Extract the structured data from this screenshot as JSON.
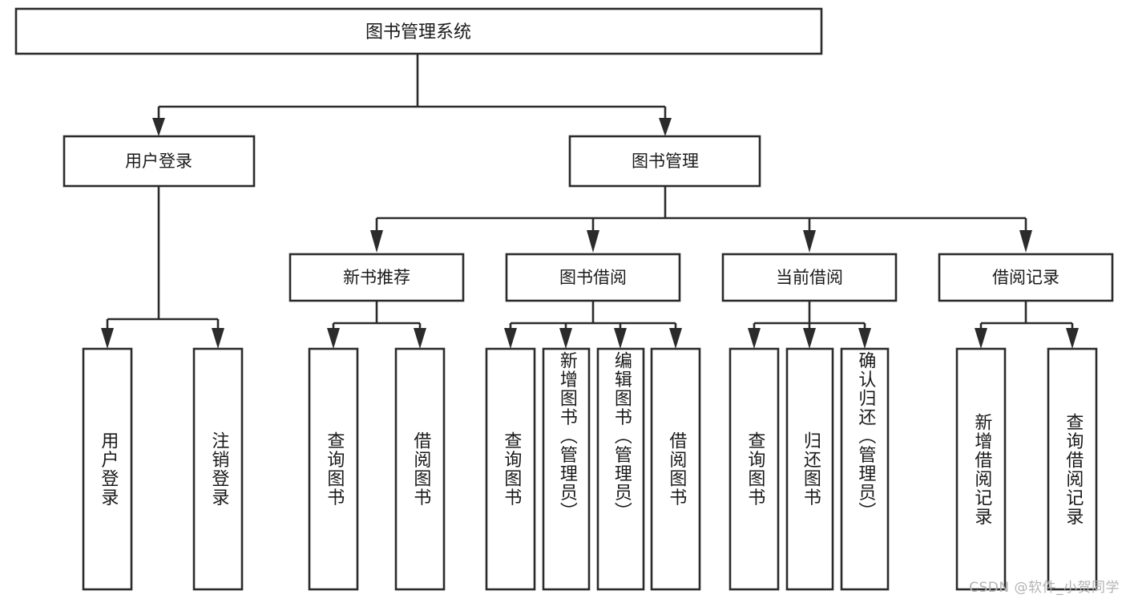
{
  "diagram": {
    "title": "图书管理系统",
    "type": "tree-hierarchy-diagram",
    "watermark": "CSDN @软件_小贺同学",
    "colors": {
      "stroke": "#2b2b2b",
      "fill": "#ffffff",
      "text": "#1a1a1a",
      "watermark": "#b3b3b3"
    },
    "root": {
      "label": "图书管理系统"
    },
    "level2": [
      {
        "label": "用户登录"
      },
      {
        "label": "图书管理"
      }
    ],
    "level3": [
      {
        "label": "新书推荐"
      },
      {
        "label": "图书借阅"
      },
      {
        "label": "当前借阅"
      },
      {
        "label": "借阅记录"
      }
    ],
    "leaves": {
      "user_login": [
        {
          "label": "用户登录"
        },
        {
          "label": "注销登录"
        }
      ],
      "new_book_recommend": [
        {
          "label": "查询图书"
        },
        {
          "label": "借阅图书"
        }
      ],
      "book_borrow": [
        {
          "label": "查询图书"
        },
        {
          "label": "新增图书（管理员）"
        },
        {
          "label": "编辑图书（管理员）"
        },
        {
          "label": "借阅图书"
        }
      ],
      "current_borrow": [
        {
          "label": "查询图书"
        },
        {
          "label": "归还图书"
        },
        {
          "label": "确认归还（管理员）"
        }
      ],
      "borrow_record": [
        {
          "label": "新增借阅记录"
        },
        {
          "label": "查询借阅记录"
        }
      ]
    }
  }
}
